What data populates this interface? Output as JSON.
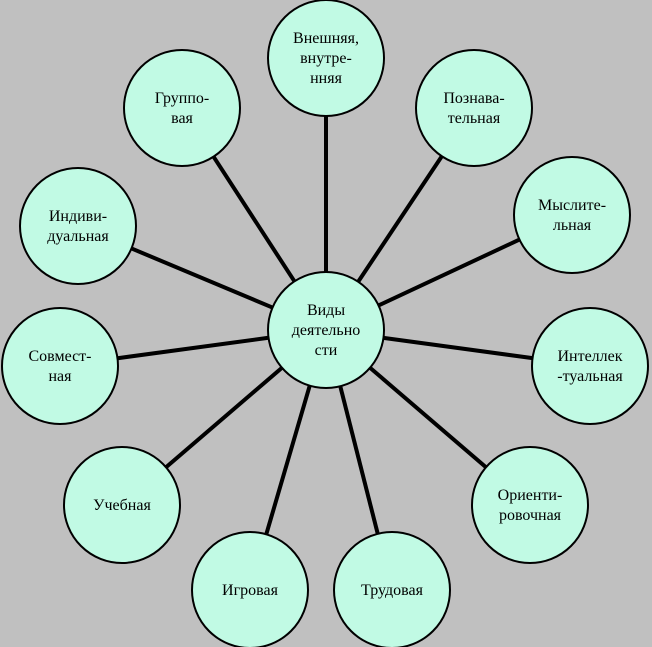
{
  "colors": {
    "background": "#c0c0c0",
    "node_fill": "#c1fae4",
    "stroke": "#000000"
  },
  "center": {
    "lines": [
      "Виды",
      "деятельно",
      "сти"
    ]
  },
  "nodes": [
    {
      "id": "external-internal",
      "lines": [
        "Внешняя,",
        "внутре-",
        "нняя"
      ]
    },
    {
      "id": "cognitive",
      "lines": [
        "Познава-",
        "тельная"
      ]
    },
    {
      "id": "mental",
      "lines": [
        "Мыслите-",
        "льная"
      ]
    },
    {
      "id": "intellectual",
      "lines": [
        "Интеллек",
        "-туальная"
      ]
    },
    {
      "id": "orienting",
      "lines": [
        "Ориенти-",
        "ровочная"
      ]
    },
    {
      "id": "labor",
      "lines": [
        "Трудовая"
      ]
    },
    {
      "id": "play",
      "lines": [
        "Игровая"
      ]
    },
    {
      "id": "educational",
      "lines": [
        "Учебная"
      ]
    },
    {
      "id": "joint",
      "lines": [
        "Совмест-",
        "ная"
      ]
    },
    {
      "id": "individual",
      "lines": [
        "Индиви-",
        "дуальная"
      ]
    },
    {
      "id": "group",
      "lines": [
        "Группо-",
        "вая"
      ]
    }
  ]
}
